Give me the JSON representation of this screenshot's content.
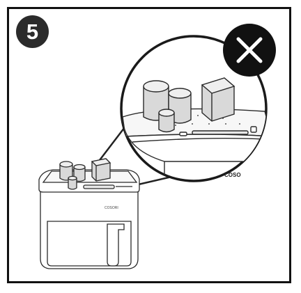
{
  "step": {
    "number": "5"
  },
  "appliance": {
    "brand": "COSORI",
    "brand_zoom": "COSO"
  },
  "warning": {
    "icon": "x-icon",
    "color": "#111111"
  },
  "colors": {
    "line": "#2a2a2a",
    "fill": "#f6f6f6",
    "shade": "#d6d6d6"
  }
}
